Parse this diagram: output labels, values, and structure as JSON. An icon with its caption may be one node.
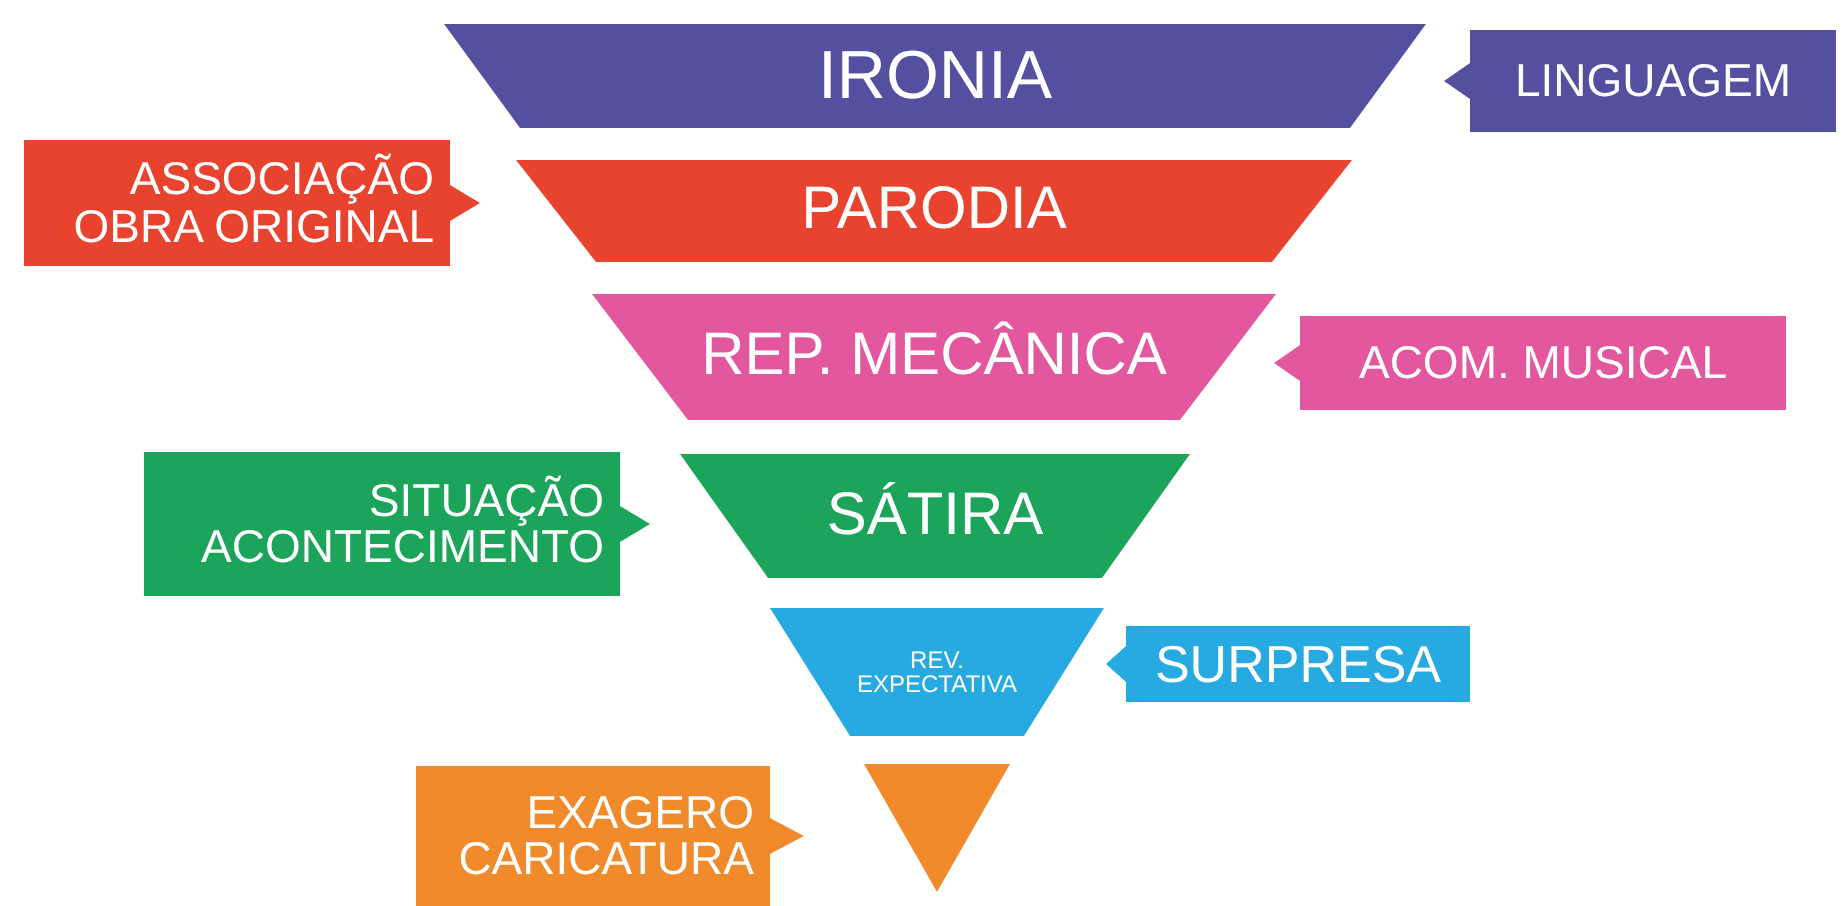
{
  "diagram": {
    "nodes": [
      {
        "text": [
          "IRONIA"
        ]
      },
      {
        "text": [
          "LINGUAGEM"
        ]
      },
      {
        "text": [
          "ASSOCIAÇÃO OBRA ORIGINAL"
        ]
      },
      {
        "text": [
          "PARODIA"
        ]
      },
      {
        "text": [
          "REP. MECÂNICA"
        ]
      },
      {
        "text": [
          "ACOM. MUSICAL"
        ]
      },
      {
        "text": [
          "SITUAÇÃO ACONTECIMENTO"
        ]
      },
      {
        "text": [
          "SÁTIRA"
        ]
      },
      {
        "text": [
          "REV. EXPECTATIVA"
        ]
      },
      {
        "text": [
          "SURPRESA"
        ]
      },
      {
        "text": [
          "EXAGERO CARICATURA"
        ]
      },
      {
        "text": [],
        "shape": "triangle"
      }
    ]
  }
}
